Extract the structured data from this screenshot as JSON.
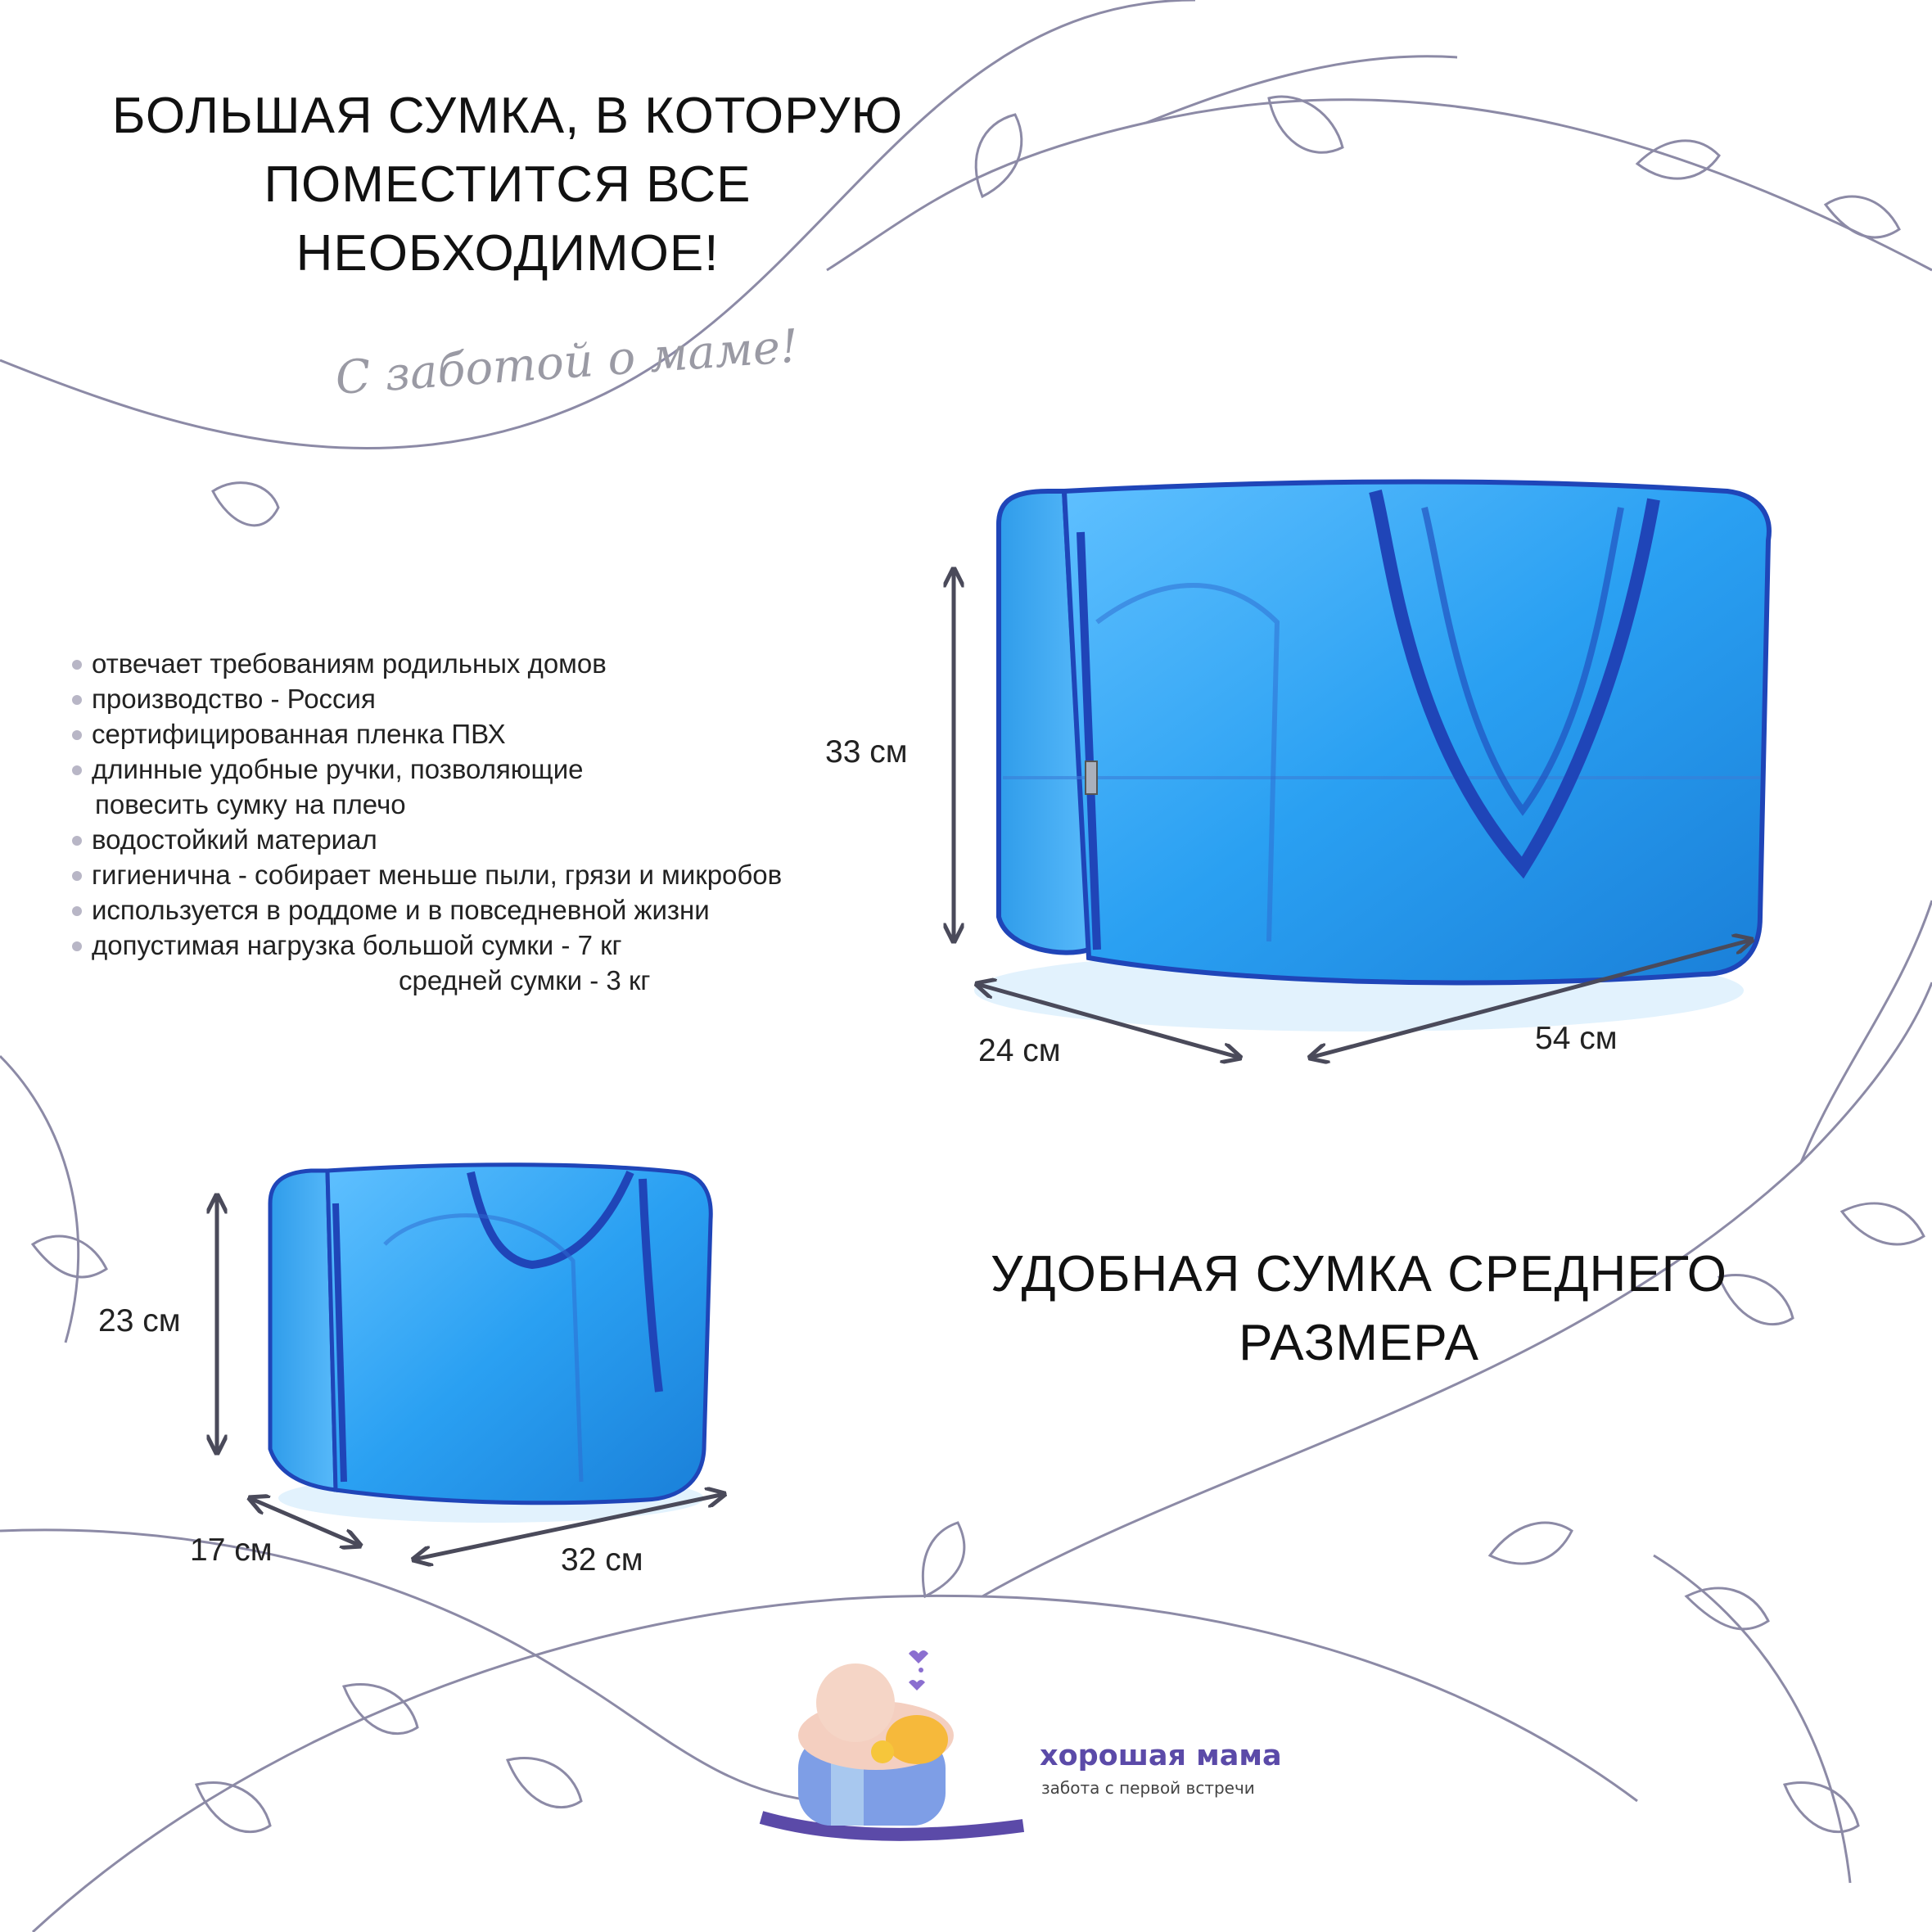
{
  "headline_large": {
    "line1": "БОЛЬШАЯ СУМКА, В КОТОРУЮ",
    "line2": "ПОМЕСТИТСЯ ВСЕ",
    "line3": "НЕОБХОДИМОЕ!"
  },
  "tagline": "С заботой о маме!",
  "features": [
    "отвечает требованиям родильных домов",
    "производство - Россия",
    "сертифицированная пленка ПВХ",
    "длинные удобные ручки, позволяющие",
    "повесить сумку на плечо",
    "водостойкий материал",
    "гигиенична - собирает меньше пыли, грязи и микробов",
    "используется в роддоме и в повседневной жизни",
    "допустимая нагрузка большой сумки - 7 кг",
    "средней сумки - 3 кг"
  ],
  "large_bag": {
    "height": "33 см",
    "depth": "24 см",
    "width": "54 см"
  },
  "headline_medium": {
    "line1": "УДОБНАЯ СУМКА СРЕДНЕГО",
    "line2": "РАЗМЕРА"
  },
  "medium_bag": {
    "height": "23 см",
    "depth": "17 см",
    "width": "32 см"
  },
  "brand": {
    "name": "хорошая мама",
    "slogan": "забота с первой встречи"
  },
  "colors": {
    "bag_blue": "#1e90e8",
    "strap_blue": "#1f45b8",
    "vine": "#8c8aa6",
    "brand_purple": "#5b4aa8"
  }
}
